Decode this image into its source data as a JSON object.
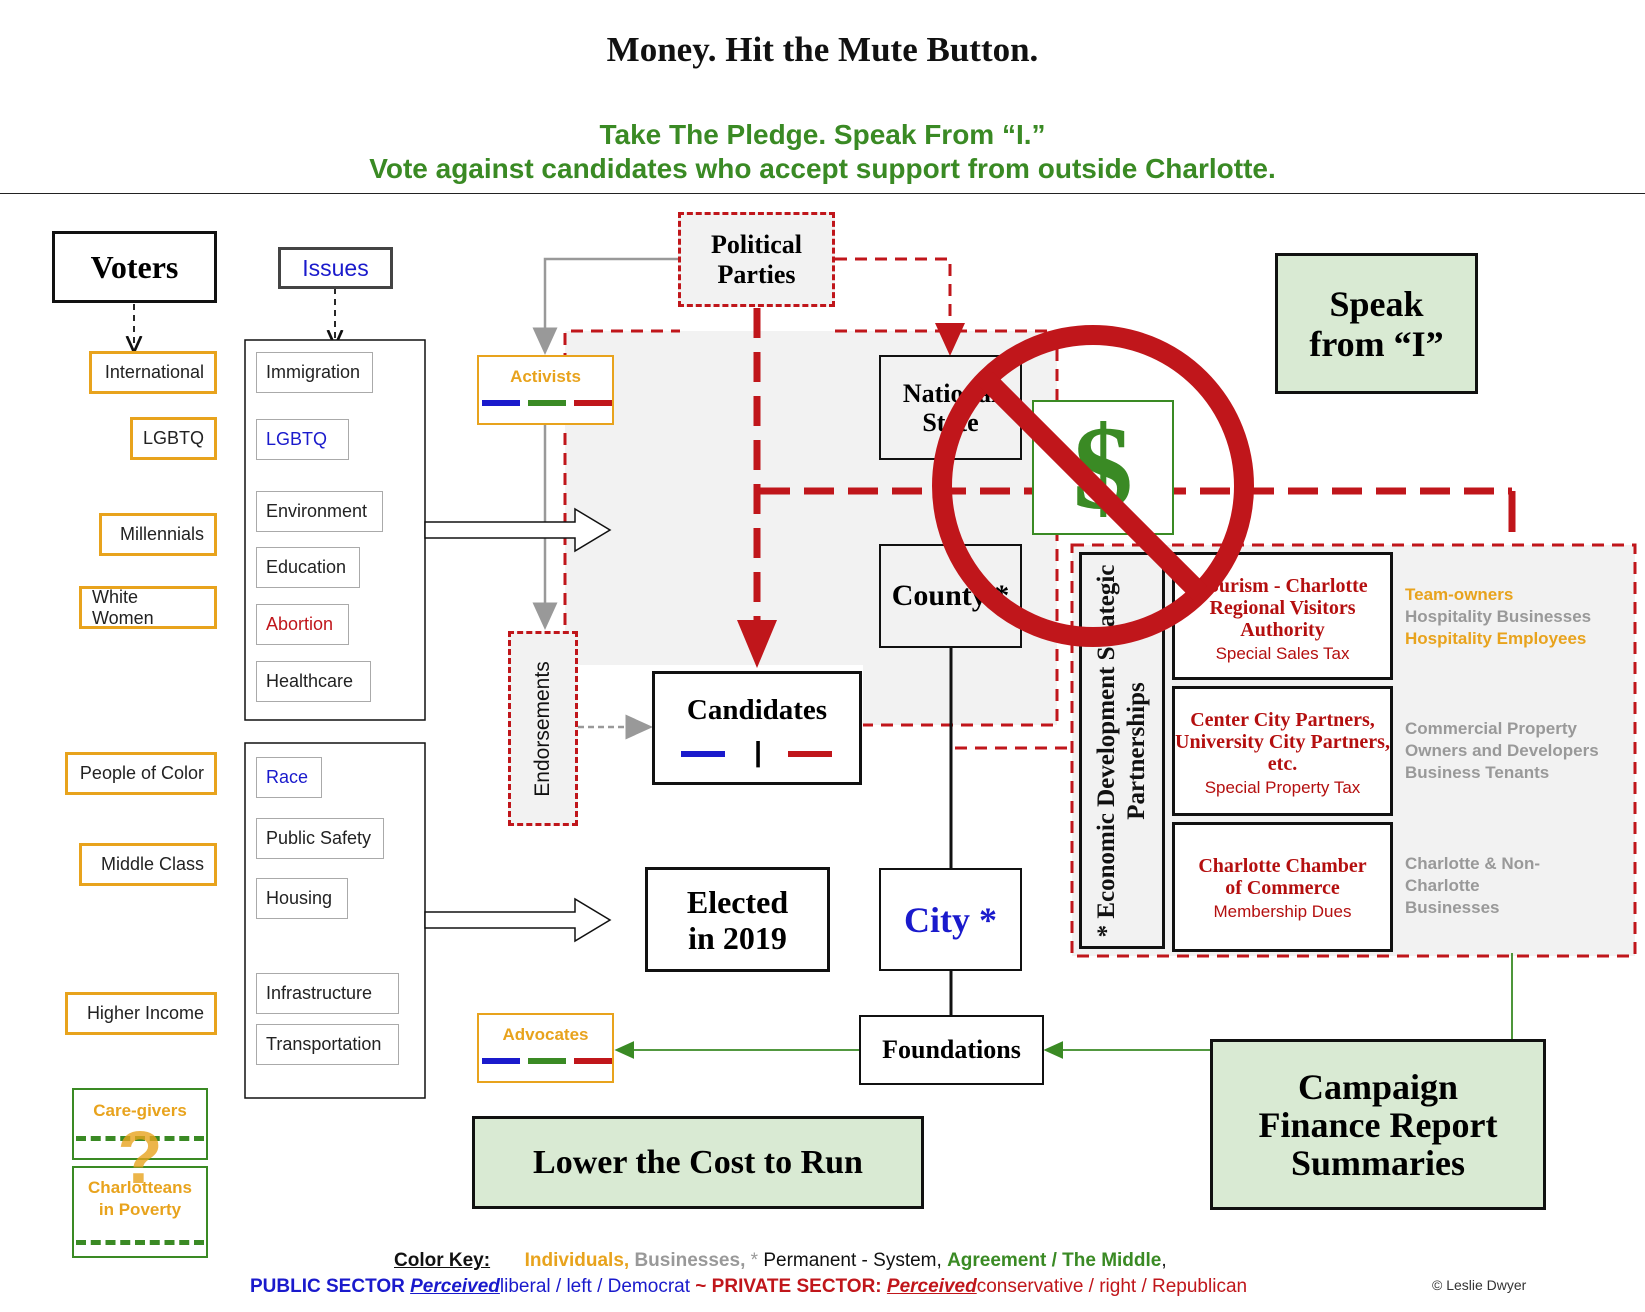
{
  "title": "Money. Hit the Mute Button.",
  "pledge": {
    "line1": "Take The Pledge. Speak From “I.”",
    "line2": "Vote against candidates who accept support from outside Charlotte."
  },
  "voters": {
    "label": "Voters",
    "groups": [
      "International",
      "LGBTQ",
      "Millennials",
      "White Women",
      "People of Color",
      "Middle Class",
      "Higher Income"
    ],
    "question_groups": [
      "Care-givers",
      "Charlotteans in Poverty"
    ],
    "question_mark": "?"
  },
  "issues": {
    "label": "Issues",
    "group1": [
      "Immigration",
      "LGBTQ",
      "Environment",
      "Education",
      "Abortion",
      "Healthcare"
    ],
    "group2": [
      "Race",
      "Public Safety",
      "Housing",
      "Infrastructure",
      "Transportation"
    ]
  },
  "nodes": {
    "political_parties": "Political Parties",
    "activists": "Activists",
    "endorsements": "Endorsements",
    "candidates": "Candidates",
    "candidates_divider": "|",
    "elected": "Elected in 2019",
    "advocates": "Advocates",
    "national_state": "National State",
    "county": "County *",
    "city": "City *",
    "foundations": "Foundations",
    "dollar": "$"
  },
  "private": {
    "vertical_label": "* Economic Development Strategic Partnerships",
    "orgs": [
      {
        "name": "Tourism - Charlotte Regional Visitors Authority",
        "sub": "Special Sales Tax"
      },
      {
        "name": "Center City Partners, University City Partners, etc.",
        "sub": "Special Property Tax"
      },
      {
        "name": "Charlotte Chamber of Commerce",
        "sub": "Membership Dues"
      }
    ],
    "side": {
      "a1": "Team-owners",
      "a2": "Hospitality Businesses",
      "a3": "Hospitality Employees",
      "b": "Commercial Property Owners and Developers Business Tenants",
      "c": "Charlotte & Non-Charlotte Businesses"
    }
  },
  "actions": {
    "speak": "Speak from “I”",
    "lower_cost": "Lower the Cost to Run",
    "campaign_finance": "Campaign Finance Report Summaries"
  },
  "key": {
    "label": "Color Key:",
    "individuals": "Individuals,",
    "businesses": "Businesses,",
    "star": "*",
    "permanent": "Permanent - System,",
    "agreement": "Agreement / The Middle",
    "comma": ",",
    "public_sector": "PUBLIC SECTOR",
    "perceived": "Perceived",
    "liberal": "liberal / left / Democrat",
    "tilde": "~",
    "private_sector": "PRIVATE SECTOR:",
    "conservative": "conservative / right / Republican"
  },
  "credit": "© Leslie Dwyer",
  "colors": {
    "individual": "#e8a31d",
    "business": "#999999",
    "agreement": "#3a8a24",
    "public": "#1a1acc",
    "private": "#c0161b",
    "box_green": "#d9ead3"
  }
}
